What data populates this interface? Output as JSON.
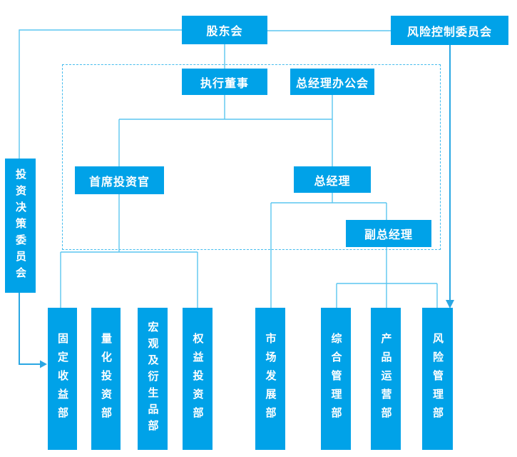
{
  "colors": {
    "box_fill": "#00A2E8",
    "line": "#5BC6F0",
    "arrow_line": "#2AA7E3",
    "dashed_border": "#45BCEE",
    "text": "#FFFFFF",
    "background": "#FFFFFF"
  },
  "nodes": {
    "shareholders": {
      "label": "股东会"
    },
    "risk_control_committee": {
      "label": "风险控制委员会"
    },
    "executive_director": {
      "label": "执行董事"
    },
    "gm_office_meeting": {
      "label": "总经理办公会"
    },
    "chief_investment_officer": {
      "label": "首席投资官"
    },
    "general_manager": {
      "label": "总经理"
    },
    "deputy_general_manager": {
      "label": "副总经理"
    },
    "investment_decision_committee": {
      "label": "投资决策委员会"
    }
  },
  "departments": [
    {
      "label": "固定收益部"
    },
    {
      "label": "量化投资部"
    },
    {
      "label": "宏观及衍生品部"
    },
    {
      "label": "权益投资部"
    },
    {
      "label": "市场发展部"
    },
    {
      "label": "综合管理部"
    },
    {
      "label": "产品运营部"
    },
    {
      "label": "风险管理部"
    }
  ]
}
